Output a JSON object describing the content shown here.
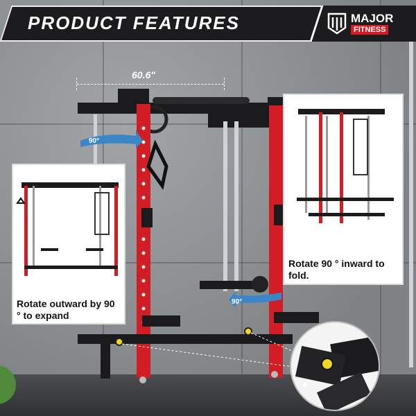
{
  "banner": {
    "title": "PRODUCT FEATURES"
  },
  "logo": {
    "brand_top": "MAJOR",
    "brand_bottom": "FITNESS"
  },
  "dimension": {
    "width_label": "60.6\""
  },
  "annotations": {
    "rotate_label_top": "90°",
    "rotate_label_bottom": "90°"
  },
  "captions": {
    "expand": "Rotate outward by 90 ° to expand",
    "fold": "Rotate 90 ° inward to fold."
  },
  "colors": {
    "accent_red": "#d11d23",
    "frame_black": "#1b1b1d",
    "arrow_blue": "#3b86c9"
  }
}
